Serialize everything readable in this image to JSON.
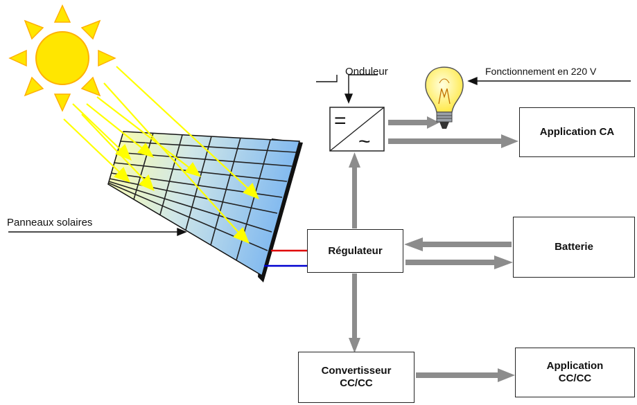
{
  "labels": {
    "panels": "Panneaux solaires",
    "inverter": "Onduleur",
    "operation": "Fonctionnement en 220 V"
  },
  "boxes": {
    "app_ca": "Application CA",
    "regulator": "Régulateur",
    "battery": "Batterie",
    "converter": "Convertisseur\nCC/CC",
    "app_cc": "Application\nCC/CC"
  },
  "inverter_symbols": {
    "dc": "=",
    "ac": "~"
  },
  "colors": {
    "sun": "#ffe600",
    "sun_edge": "#ffb000",
    "ray": "#ffff00",
    "arrow": "#8c8c8c",
    "wire_positive": "#e00000",
    "wire_negative": "#0000d0",
    "panel_start": "#ffffaa",
    "panel_end": "#7fb8f0"
  },
  "icons": [
    "sun-icon",
    "light-bulb-icon",
    "solar-panel-icon",
    "inverter-icon"
  ]
}
